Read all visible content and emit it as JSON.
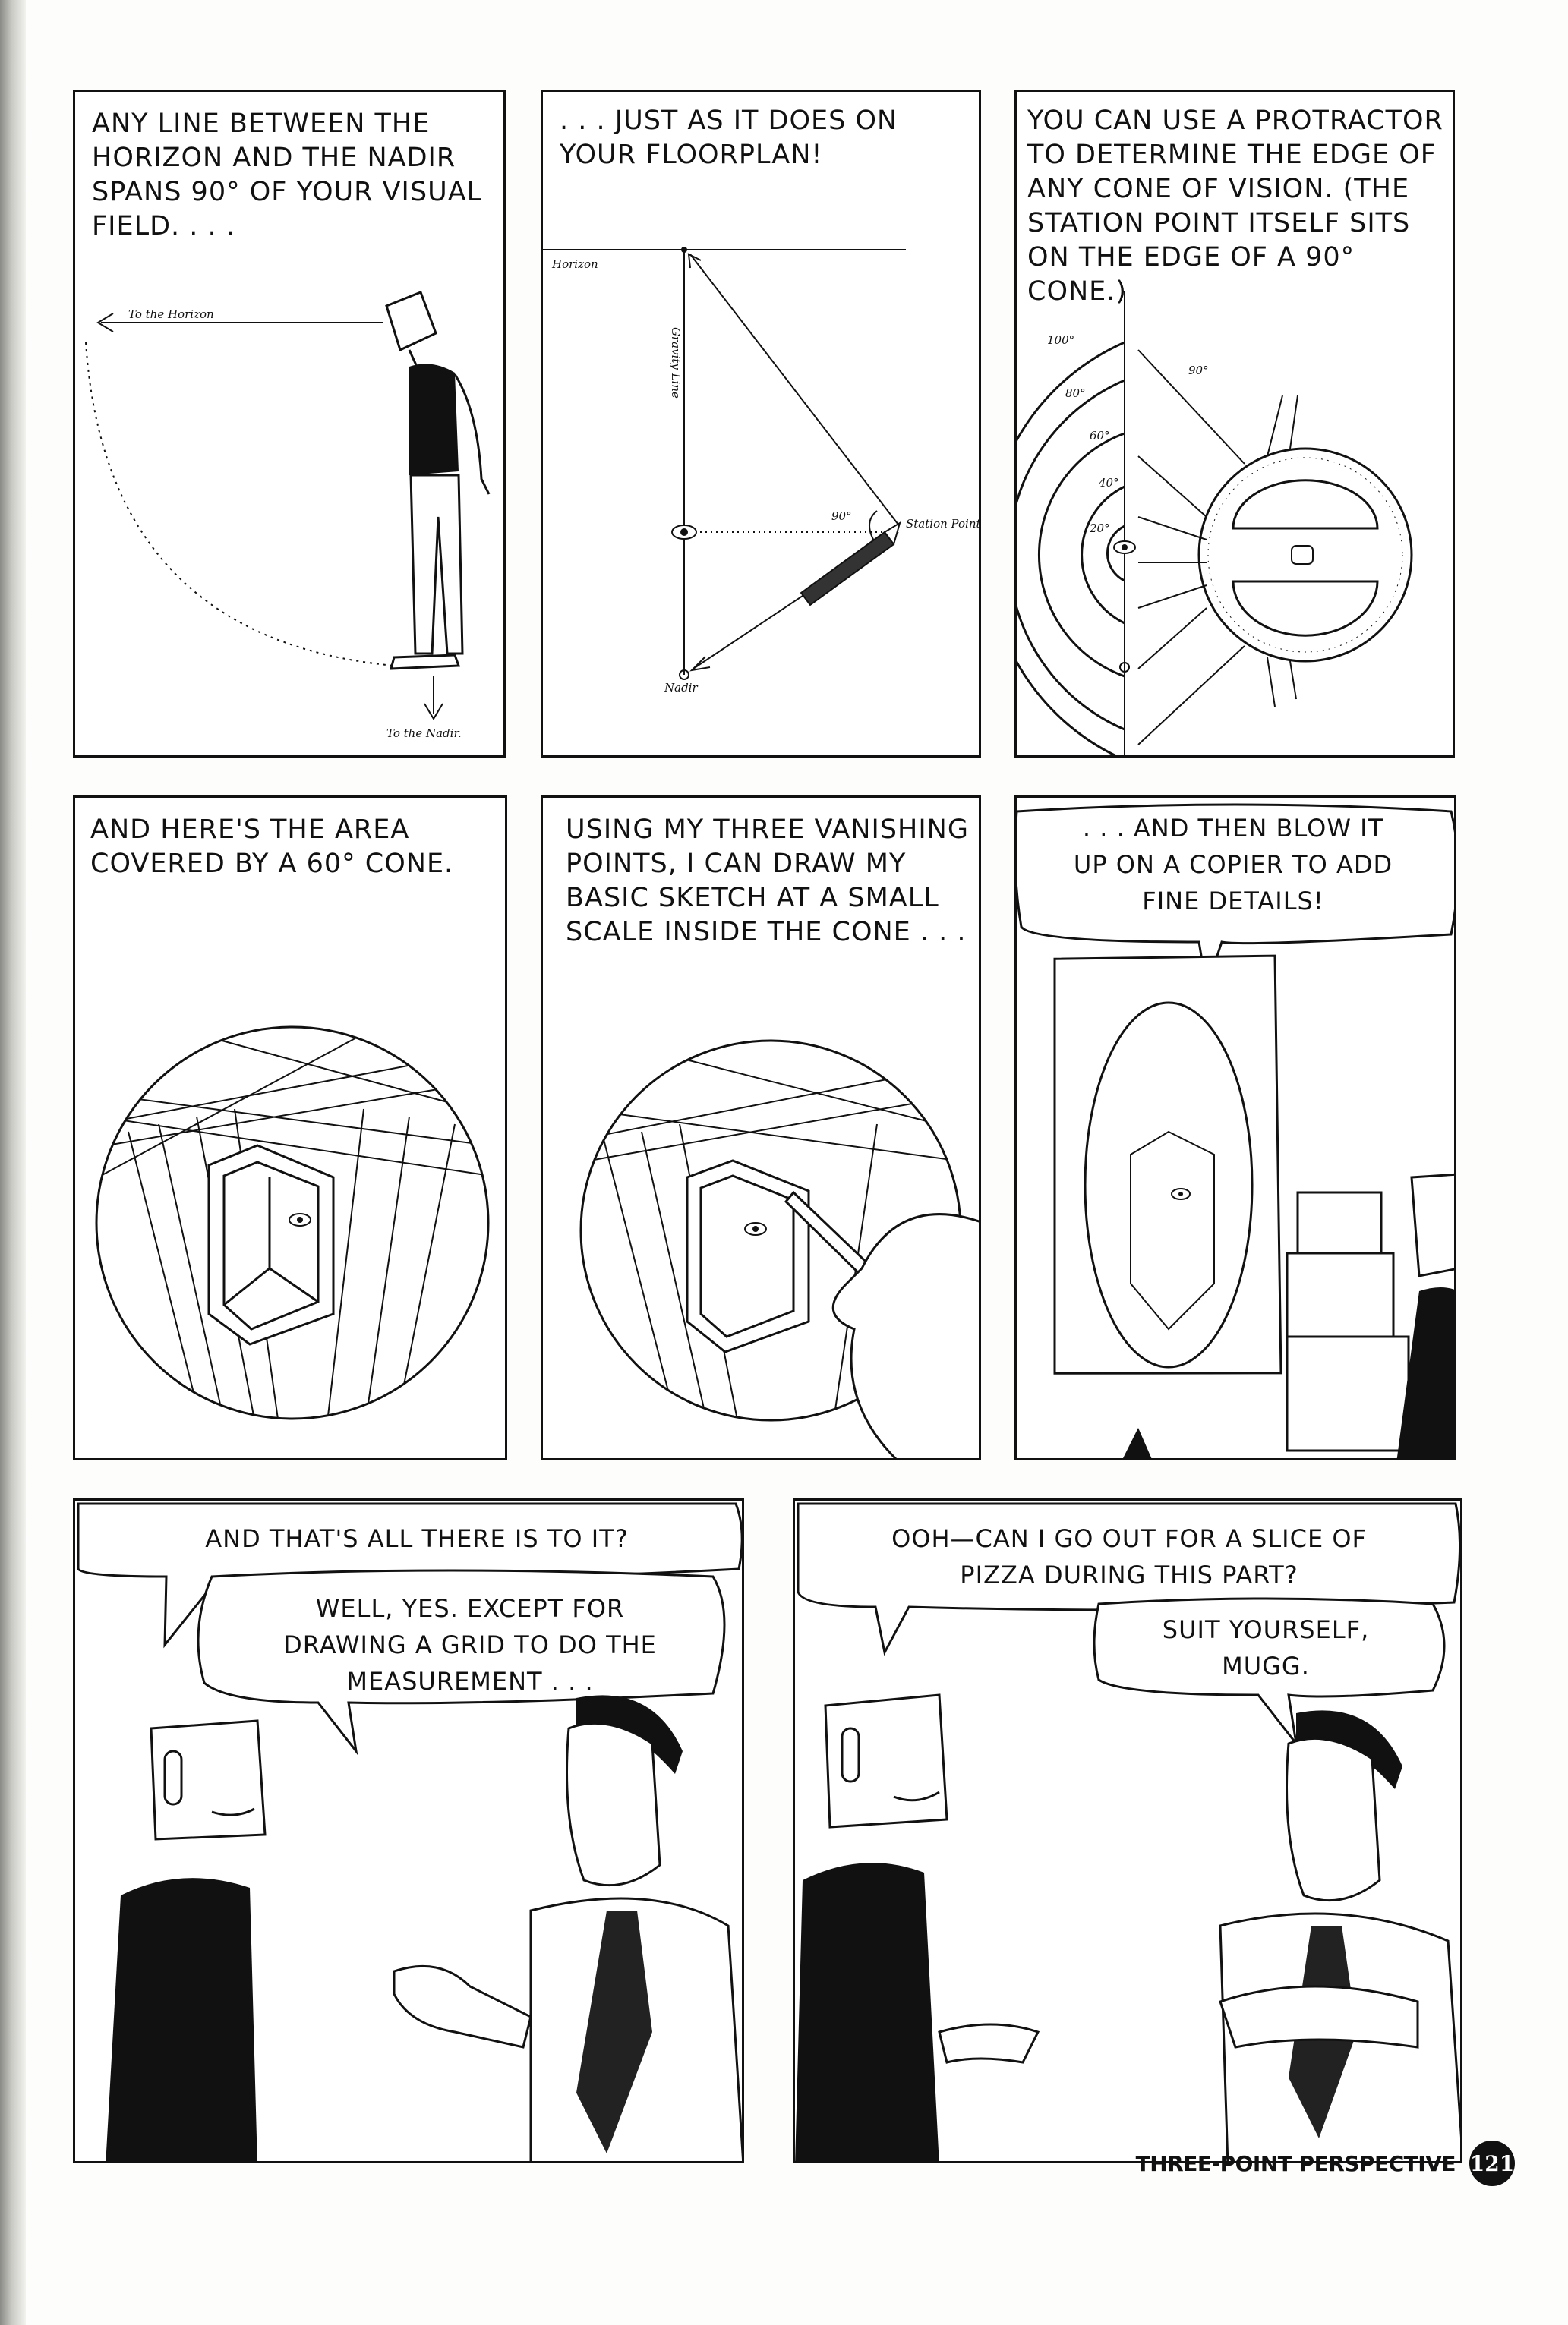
{
  "panels": {
    "p1": {
      "caption": "ANY LINE BETWEEN THE\nHORIZON AND THE NADIR\nSPANS 90° OF YOUR VISUAL\nFIELD. . . .",
      "label_horizon": "To the Horizon",
      "label_nadir": "To the Nadir."
    },
    "p2": {
      "caption": ". . . JUST AS IT DOES ON\nYOUR FLOORPLAN!",
      "label_horizon": "Horizon",
      "label_gravity": "Gravity Line",
      "label_angle": "90°",
      "label_station": "Station Point",
      "label_nadir": "Nadir"
    },
    "p3": {
      "caption": "YOU CAN USE A PROTRACTOR\nTO DETERMINE THE EDGE OF\nANY CONE OF VISION. (THE\nSTATION POINT ITSELF SITS\nON THE EDGE OF A 90° CONE.)",
      "ring_labels": [
        "100°",
        "80°",
        "60°",
        "40°",
        "20°"
      ],
      "label_angle": "90°"
    },
    "p4": {
      "caption": "AND HERE'S THE AREA\nCOVERED BY A 60° CONE."
    },
    "p5": {
      "caption": "USING MY THREE VANISHING\nPOINTS, I CAN DRAW MY\nBASIC SKETCH AT A SMALL\nSCALE INSIDE THE CONE . . ."
    },
    "p6": {
      "bubble": ". . . AND THEN BLOW IT\nUP ON A COPIER TO ADD\nFINE DETAILS!"
    },
    "p7": {
      "bubble1": "AND THAT'S ALL THERE IS TO IT?",
      "bubble2": "WELL, YES. EXCEPT FOR\nDRAWING A GRID TO DO THE\nMEASUREMENT . . ."
    },
    "p8": {
      "bubble1": "OOH—CAN I GO OUT FOR A SLICE OF\nPIZZA DURING THIS PART?",
      "bubble2": "SUIT YOURSELF,\nMUGG."
    }
  },
  "footer": {
    "section_title": "THREE-POINT PERSPECTIVE",
    "page_number": "121"
  }
}
